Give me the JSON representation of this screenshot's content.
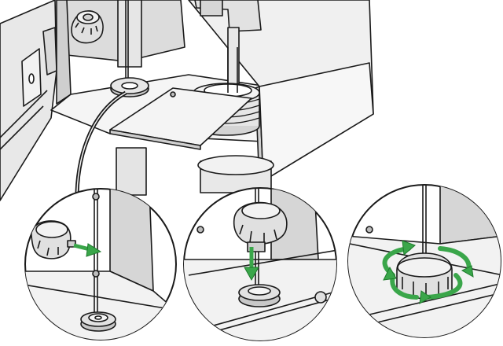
{
  "figure": {
    "description_free": true,
    "colors": {
      "line": "#1a1a1a",
      "fill_light": "#f2f2f2",
      "fill_mid": "#d9d9d9",
      "fill_dark": "#bdbdbd",
      "arrow": "#3aa64a",
      "arrow_edge": "#1e7a2c"
    },
    "icons": [
      "knob-icon",
      "gland-nut-icon",
      "insert-arrow-icon",
      "down-arrow-icon",
      "rotate-arrow-icon"
    ],
    "detail_steps": [
      {
        "id": "step-1",
        "action": "insert"
      },
      {
        "id": "step-2",
        "action": "lower"
      },
      {
        "id": "step-3",
        "action": "rotate"
      }
    ]
  }
}
